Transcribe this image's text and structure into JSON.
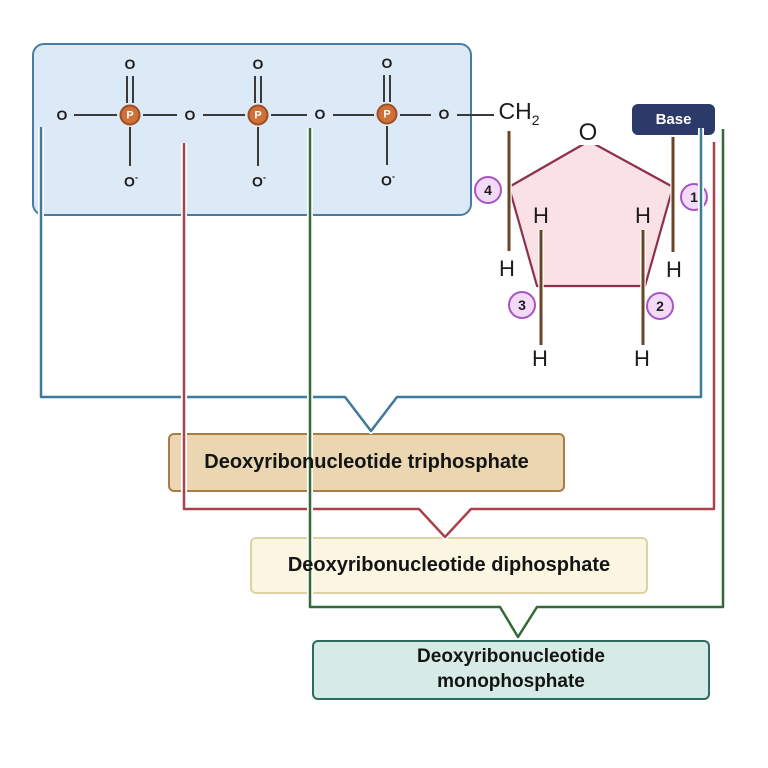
{
  "phosphate_panel": {
    "phosphorus_label": "P",
    "oxygen_label": "O",
    "minus_sign": "-",
    "panel_fill": "#dce9f6",
    "panel_border": "#4a7ca3",
    "phosphorus_fill": "#cf7038"
  },
  "sugar": {
    "ch2_label": "CH",
    "ch2_subscript": "2",
    "ring_oxygen_label": "O",
    "hydrogen_label": "H",
    "base_label": "Base",
    "position_markers": {
      "one": "1",
      "two": "2",
      "three": "3",
      "four": "4"
    },
    "ring_fill": "#f9e1e6",
    "ring_border": "#8e2f4d",
    "base_fill": "#2c3a69",
    "marker_fill": "#f3dbf7",
    "marker_border": "#a855c4"
  },
  "brackets": {
    "triphosphate_color": "#3e7a99",
    "diphosphate_color": "#a8434c",
    "monophosphate_color": "#35693a"
  },
  "labels": {
    "triphosphate": "Deoxyribonucleotide triphosphate",
    "diphosphate": "Deoxyribonucleotide diphosphate",
    "monophosphate_line1": "Deoxyribonucleotide",
    "monophosphate_line2": "monophosphate",
    "triphosphate_fill": "#ead6b1",
    "triphosphate_border": "#a97d45",
    "diphosphate_fill": "#fbf6e2",
    "monophosphate_fill": "#d7ebe6",
    "monophosphate_border": "#2c6b5f"
  }
}
